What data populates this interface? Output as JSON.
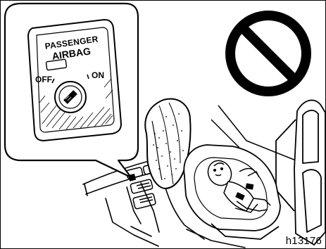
{
  "switch_panel": {
    "label_line1": "PASSENGER",
    "label_line2": "AIRBAG",
    "off_label": "OFF",
    "on_label": "ON"
  },
  "figure_code": "h13176",
  "colors": {
    "ink": "#000000",
    "paper": "#ffffff",
    "prohibition_symbol": "#000000"
  },
  "icons": {
    "prohibition": "prohibition-icon"
  }
}
